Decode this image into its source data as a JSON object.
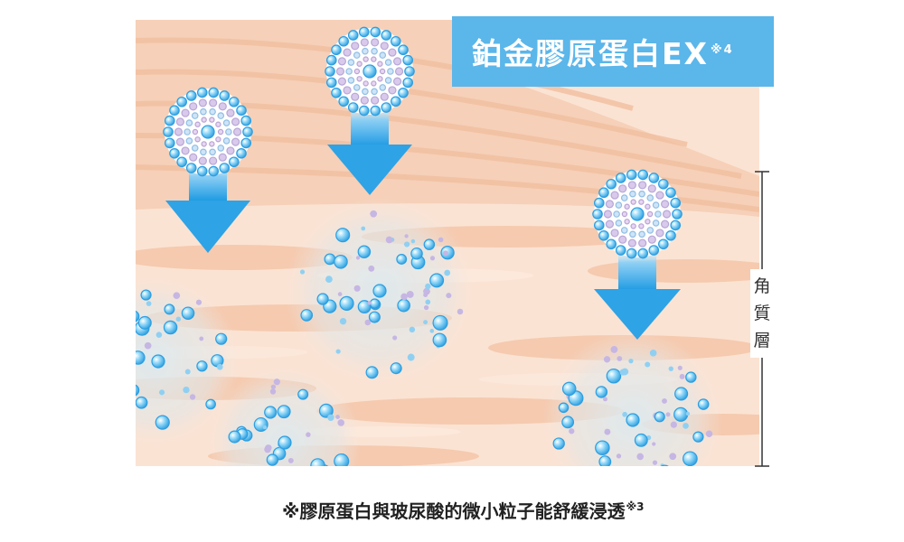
{
  "title": {
    "text": "鉑金膠原蛋白EX",
    "note": "※4"
  },
  "side_label": [
    "角",
    "質",
    "層"
  ],
  "caption": {
    "text": "※膠原蛋白與玻尿酸的微小粒子能舒緩浸透",
    "note": "※3"
  },
  "colors": {
    "skin_light": "#fbe3d3",
    "skin_band": "#f4c4a5",
    "arrow": "#2ea3e6",
    "title_bg": "#5bb6ea",
    "particle": "#6cc3f1"
  }
}
